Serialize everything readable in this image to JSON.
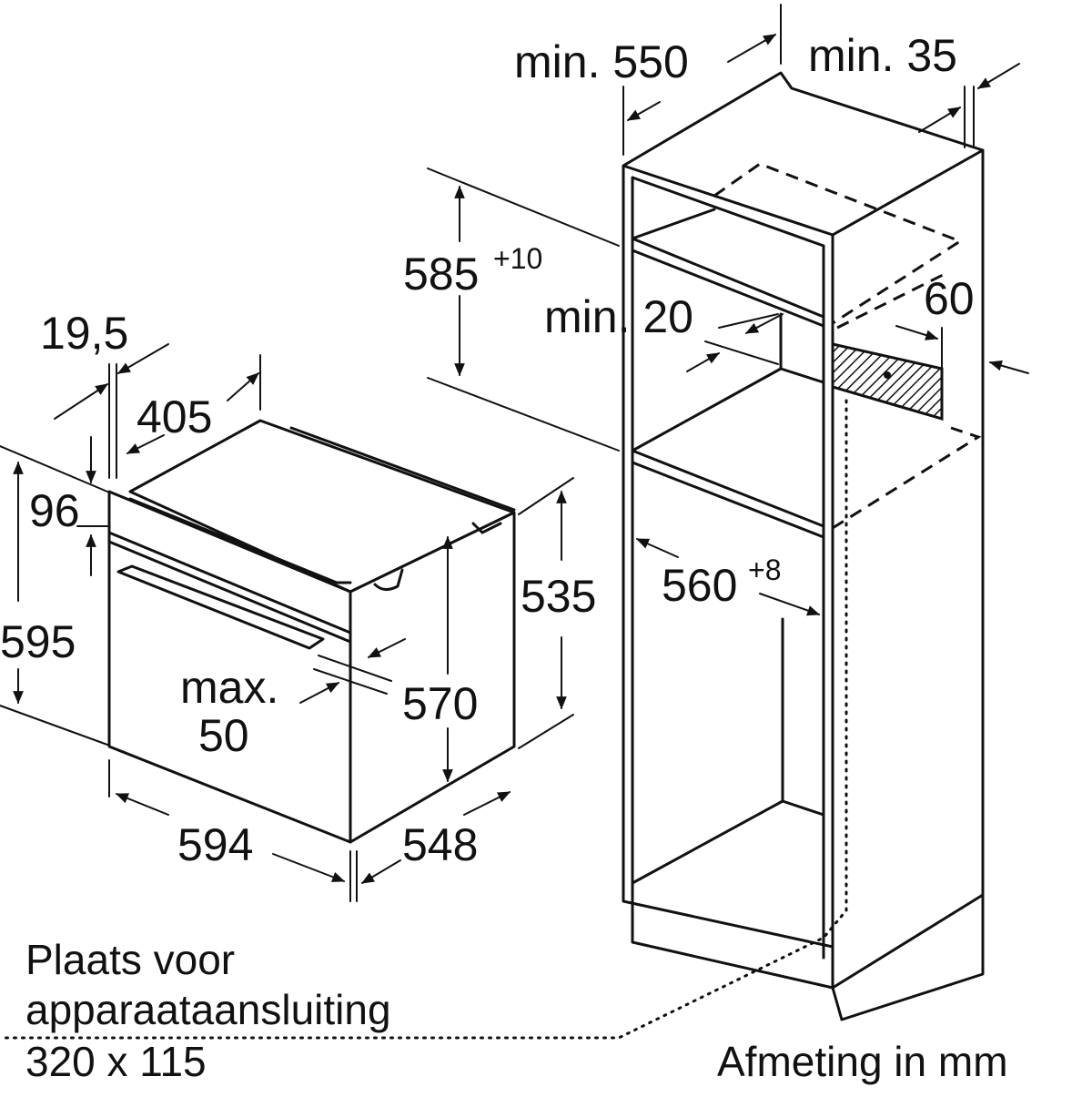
{
  "diagram": {
    "unit_note": "Afmeting in mm",
    "connection_note": {
      "line1": "Plaats voor",
      "line2": "apparaataansluiting",
      "line3": "320 x 115"
    },
    "oven_dimensions": {
      "front_overhang": "19,5",
      "panel_depth": "405",
      "panel_height": "96",
      "total_height": "595",
      "body_height": "570",
      "body_depth_height": "535",
      "handle_clearance_label": "max.",
      "handle_clearance_value": "50",
      "width": "594",
      "depth": "548"
    },
    "cabinet_dimensions": {
      "min_depth": "min. 550",
      "min_back_gap": "min. 35",
      "niche_height_base": "585",
      "niche_height_tol": "+10",
      "min_top_gap": "min. 20",
      "vent_gap": "60",
      "niche_width_base": "560",
      "niche_width_tol": "+8"
    },
    "colors": {
      "line": "#111111",
      "background": "#ffffff",
      "hatch": "#111111"
    }
  }
}
